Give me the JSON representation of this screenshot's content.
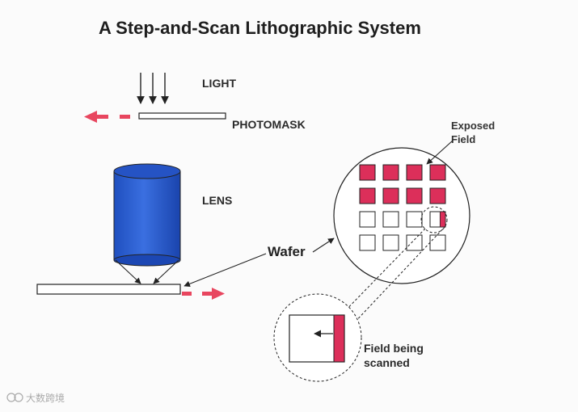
{
  "title": "A Step-and-Scan Lithographic System",
  "labels": {
    "light": "LIGHT",
    "photomask": "PHOTOMASK",
    "lens": "LENS",
    "wafer": "Wafer",
    "exposed_field_line1": "Exposed",
    "exposed_field_line2": "Field",
    "field_scanned_line1": "Field being",
    "field_scanned_line2": "scanned"
  },
  "watermark": "大数跨境",
  "colors": {
    "exposed": "#dc2f5a",
    "scan_arrow": "#e8465f",
    "lens_body": "#2a5ed2",
    "lens_top": "#2553c4",
    "line": "#222222"
  },
  "wafer_grid": {
    "rows": 4,
    "cols": 4,
    "exposed_rows": 2,
    "scanning_cell": {
      "row": 3,
      "col": 4,
      "scanned_fraction": 0.35
    }
  },
  "icons": [
    "light-arrow-icon",
    "scan-direction-arrow-icon",
    "watermark-logo-icon"
  ]
}
